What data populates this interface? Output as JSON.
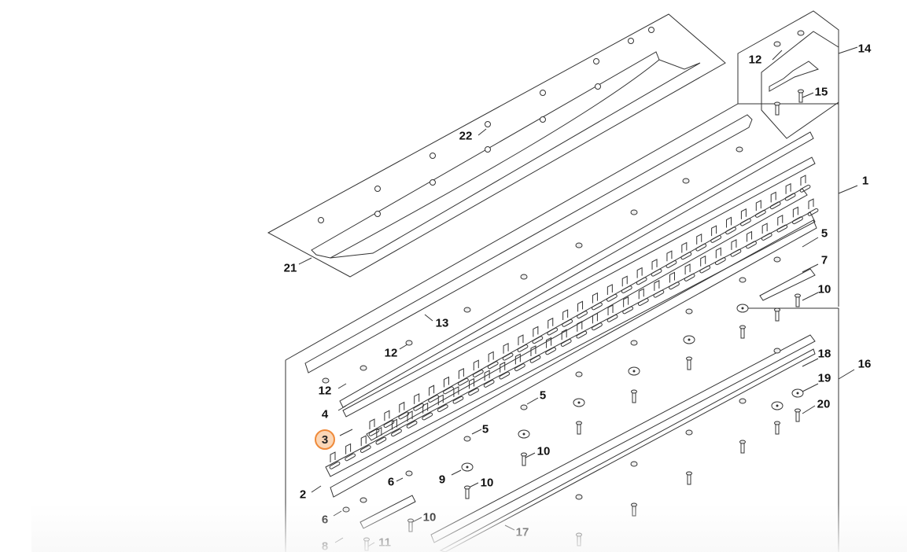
{
  "diagram": {
    "highlight_color": "#ef8a3a",
    "callouts": [
      {
        "id": "c-14",
        "label": "14",
        "selected": false
      },
      {
        "id": "c-12a",
        "label": "12",
        "selected": false
      },
      {
        "id": "c-15",
        "label": "15",
        "selected": false
      },
      {
        "id": "c-22",
        "label": "22",
        "selected": false
      },
      {
        "id": "c-1",
        "label": "1",
        "selected": false
      },
      {
        "id": "c-21",
        "label": "21",
        "selected": false
      },
      {
        "id": "c-5a",
        "label": "5",
        "selected": false
      },
      {
        "id": "c-7",
        "label": "7",
        "selected": false
      },
      {
        "id": "c-10a",
        "label": "10",
        "selected": false
      },
      {
        "id": "c-13",
        "label": "13",
        "selected": false
      },
      {
        "id": "c-12b",
        "label": "12",
        "selected": false
      },
      {
        "id": "c-18",
        "label": "18",
        "selected": false
      },
      {
        "id": "c-16",
        "label": "16",
        "selected": false
      },
      {
        "id": "c-19",
        "label": "19",
        "selected": false
      },
      {
        "id": "c-12c",
        "label": "12",
        "selected": false
      },
      {
        "id": "c-5b",
        "label": "5",
        "selected": false
      },
      {
        "id": "c-4",
        "label": "4",
        "selected": false
      },
      {
        "id": "c-20",
        "label": "20",
        "selected": false
      },
      {
        "id": "c-3",
        "label": "3",
        "selected": true
      },
      {
        "id": "c-5c",
        "label": "5",
        "selected": false
      },
      {
        "id": "c-10b",
        "label": "10",
        "selected": false
      },
      {
        "id": "c-9",
        "label": "9",
        "selected": false
      },
      {
        "id": "c-6a",
        "label": "6",
        "selected": false
      },
      {
        "id": "c-10c",
        "label": "10",
        "selected": false
      },
      {
        "id": "c-2",
        "label": "2",
        "selected": false
      },
      {
        "id": "c-6b",
        "label": "6",
        "selected": false
      },
      {
        "id": "c-10d",
        "label": "10",
        "selected": false
      },
      {
        "id": "c-8",
        "label": "8",
        "selected": false
      },
      {
        "id": "c-11",
        "label": "11",
        "selected": false
      },
      {
        "id": "c-17",
        "label": "17",
        "selected": false
      }
    ]
  }
}
